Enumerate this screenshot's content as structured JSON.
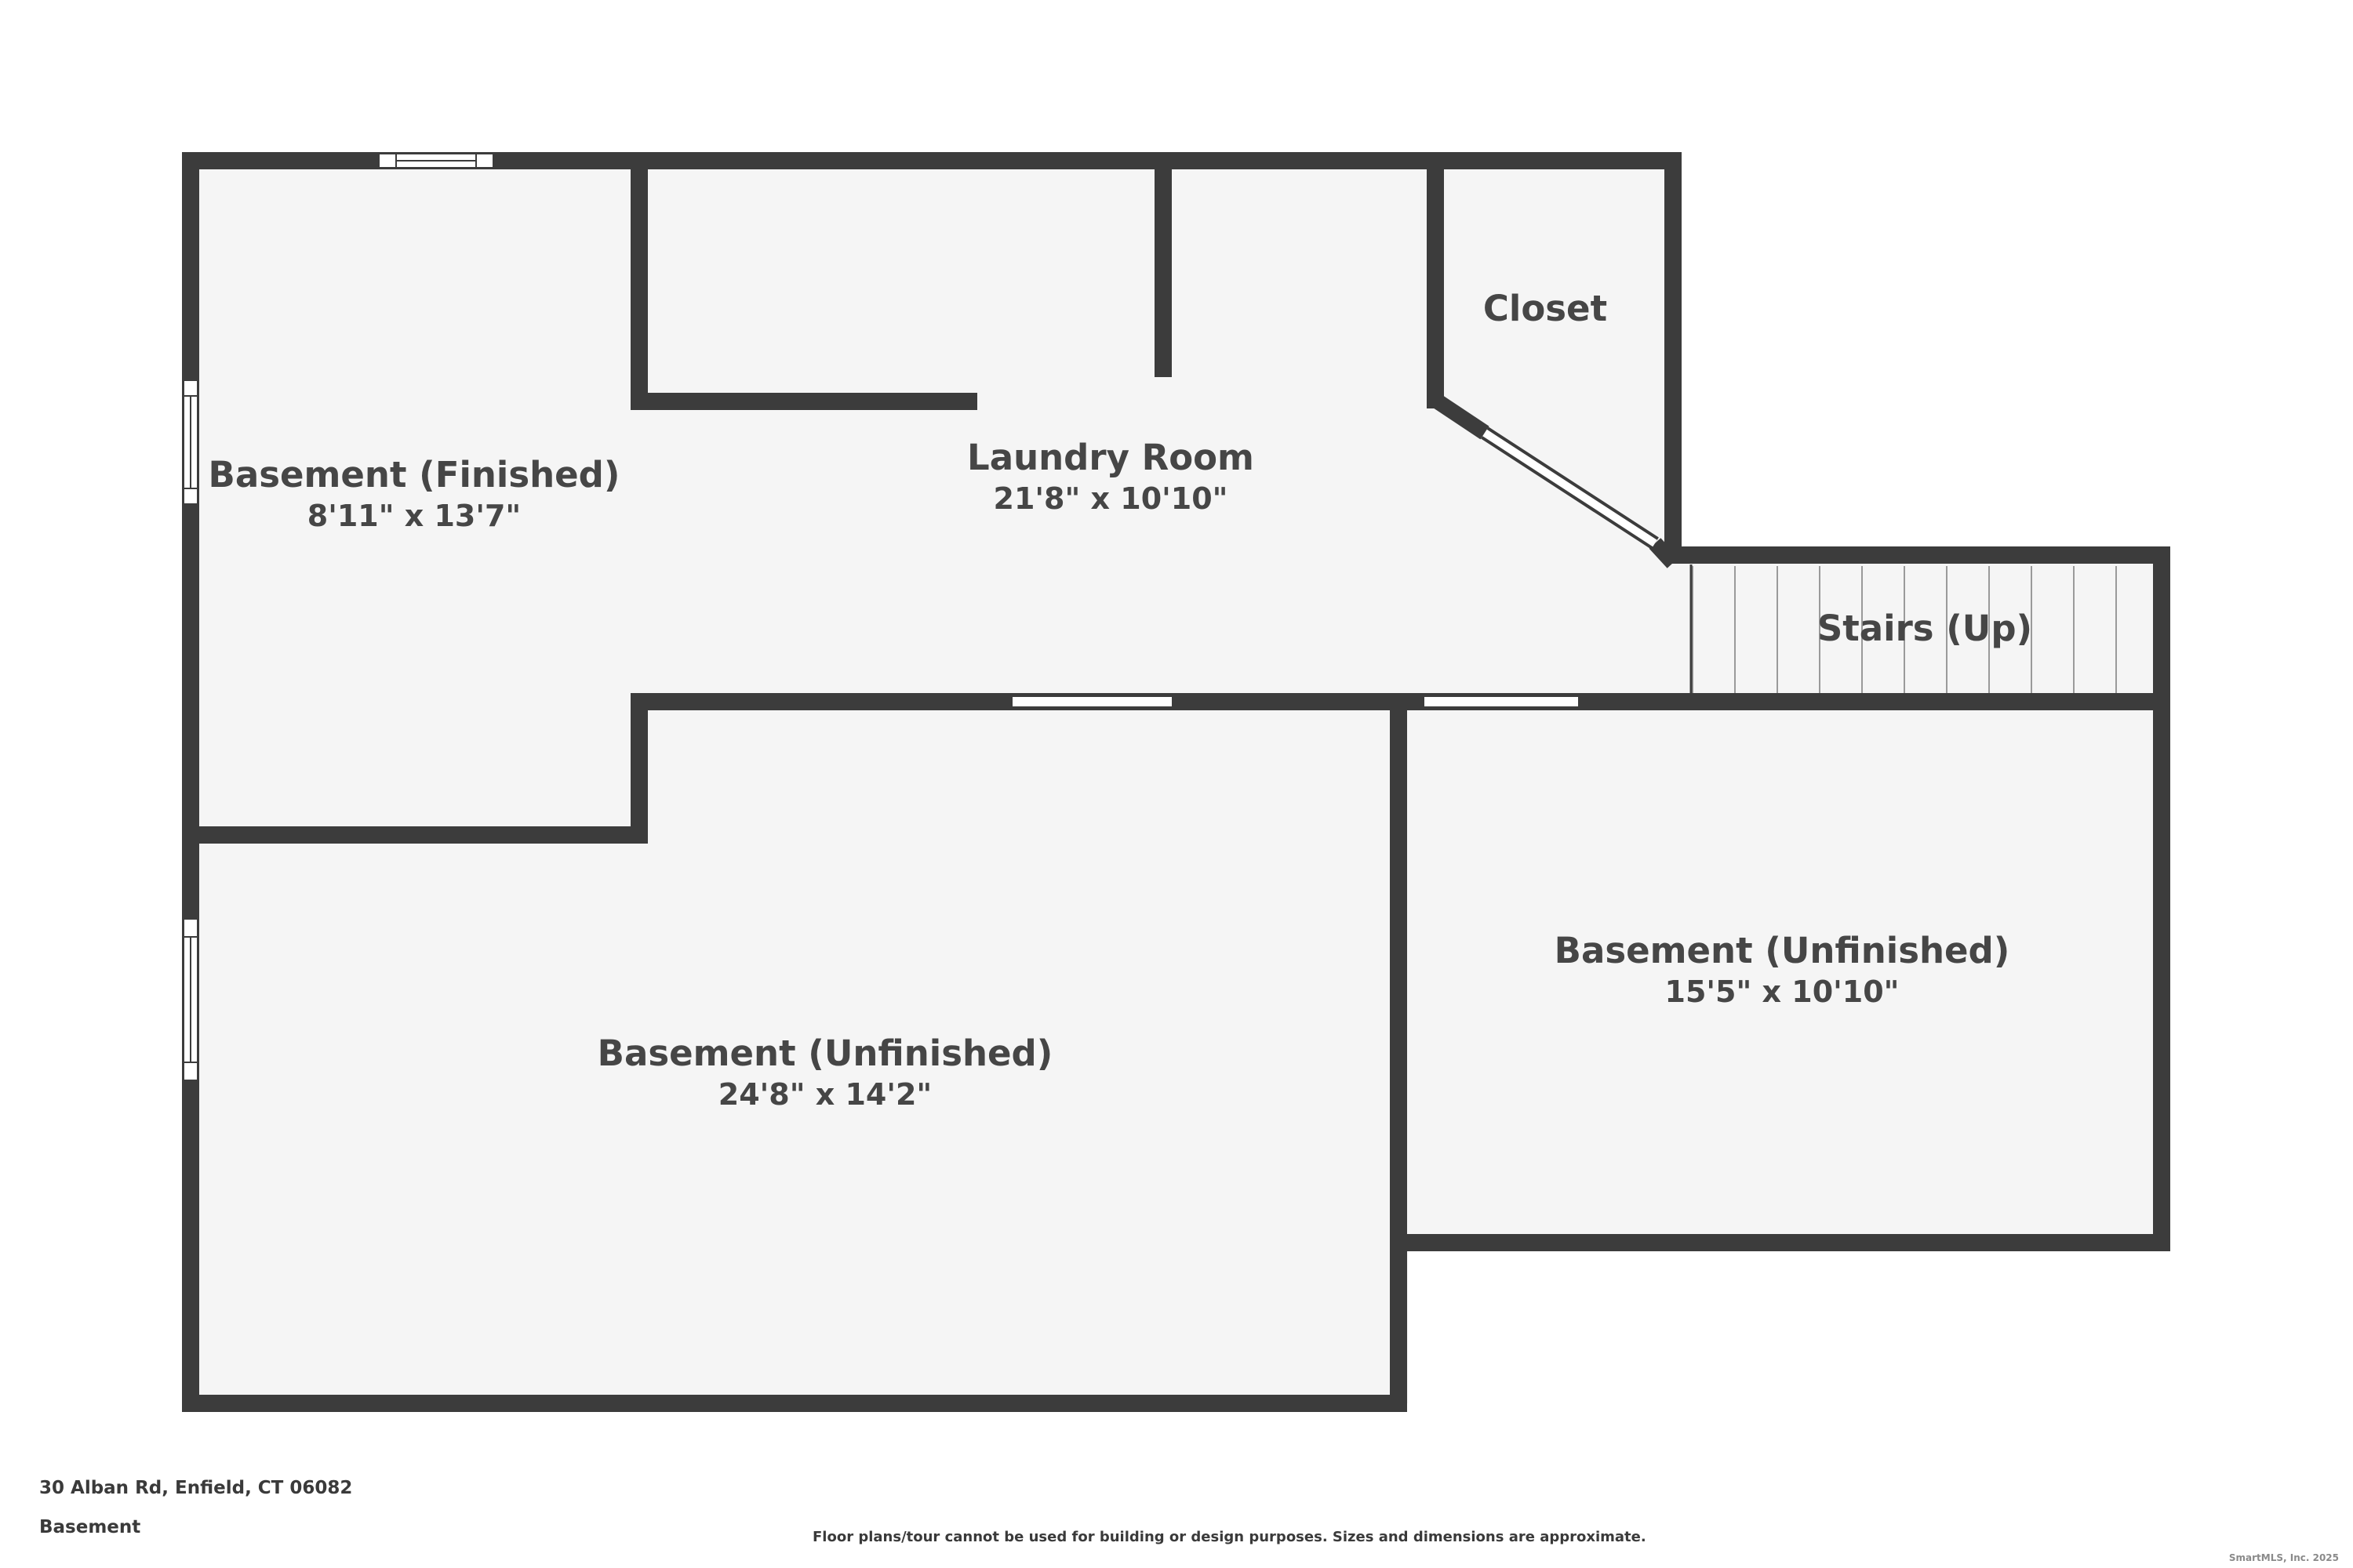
{
  "colors": {
    "wall": "#3c3c3c",
    "floor": "#f5f5f5",
    "background": "#ffffff",
    "text": "#464646"
  },
  "rooms": [
    {
      "name": "Basement (Finished)",
      "dimensions": "8'11\" x 13'7\""
    },
    {
      "name": "Laundry Room",
      "dimensions": "21'8\" x 10'10\""
    },
    {
      "name": "Closet",
      "dimensions": ""
    },
    {
      "name": "Stairs (Up)",
      "dimensions": ""
    },
    {
      "name": "Basement (Unfinished)",
      "dimensions": "24'8\" x 14'2\""
    },
    {
      "name": "Basement (Unfinished)",
      "dimensions": "15'5\" x 10'10\""
    }
  ],
  "footer": {
    "address": "30 Alban Rd, Enfield, CT 06082",
    "level": "Basement",
    "disclaimer": "Floor plans/tour cannot be used for building or design purposes. Sizes and dimensions are approximate.",
    "copyright": "SmartMLS, Inc. 2025"
  }
}
